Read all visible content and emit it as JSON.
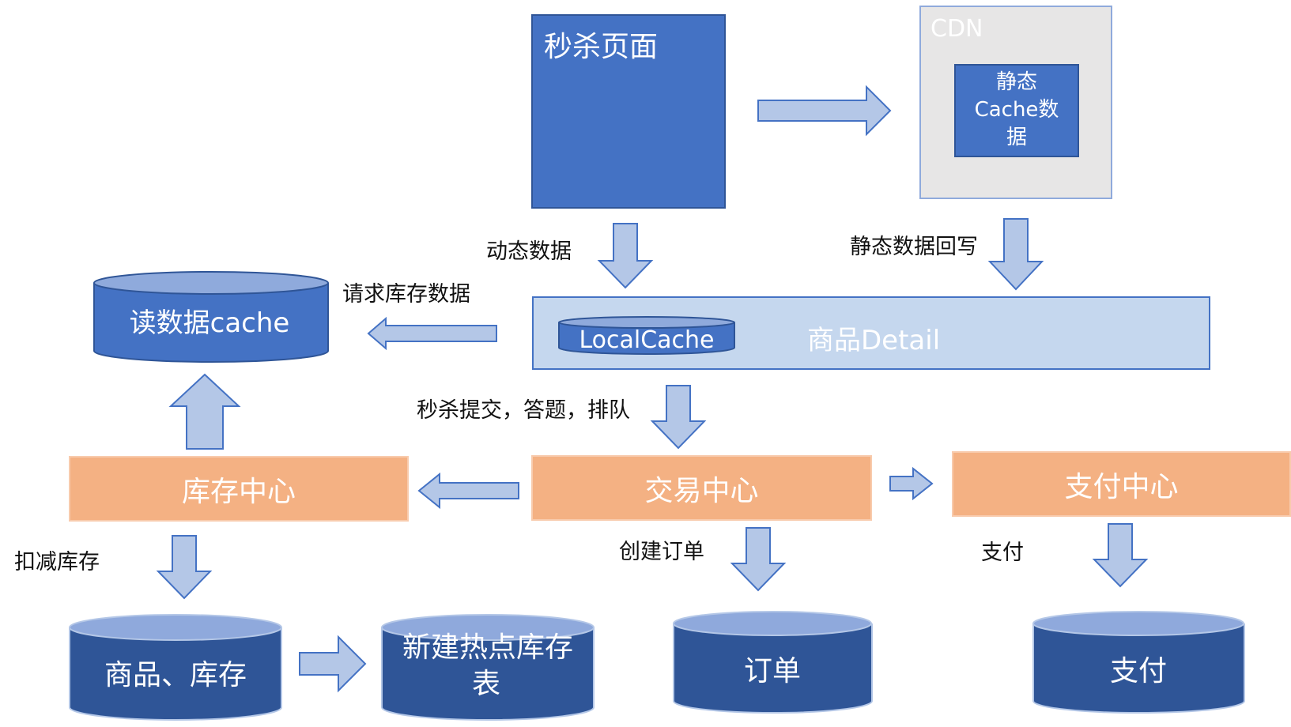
{
  "miaosha_page": {
    "title": "秒杀页面"
  },
  "cdn": {
    "title": "CDN",
    "inner_line1": "静态",
    "inner_line2": "Cache数",
    "inner_line3": "据"
  },
  "product_detail": {
    "label": "商品Detail",
    "local_cache": "LocalCache"
  },
  "read_cache": {
    "label": "读数据cache"
  },
  "centers": {
    "inventory": "库存中心",
    "trade": "交易中心",
    "payment": "支付中心"
  },
  "databases": {
    "goods_inventory": "商品、库存",
    "hot_inventory_line1": "新建热点库存",
    "hot_inventory_line2": "表",
    "orders": "订单",
    "payment": "支付"
  },
  "edge_labels": {
    "dynamic_data": "动态数据",
    "static_writeback": "静态数据回写",
    "request_inventory": "请求库存数据",
    "submit_queue": "秒杀提交，答题，排队",
    "deduct_inventory": "扣减库存",
    "create_order": "创建订单",
    "pay": "支付"
  },
  "colors": {
    "blue_box": "#4472c4",
    "light_blue": "#c5d7ee",
    "orange": "#f4b183",
    "db_dark": "#2f5597",
    "arrow_fill": "#b4c7e7"
  }
}
